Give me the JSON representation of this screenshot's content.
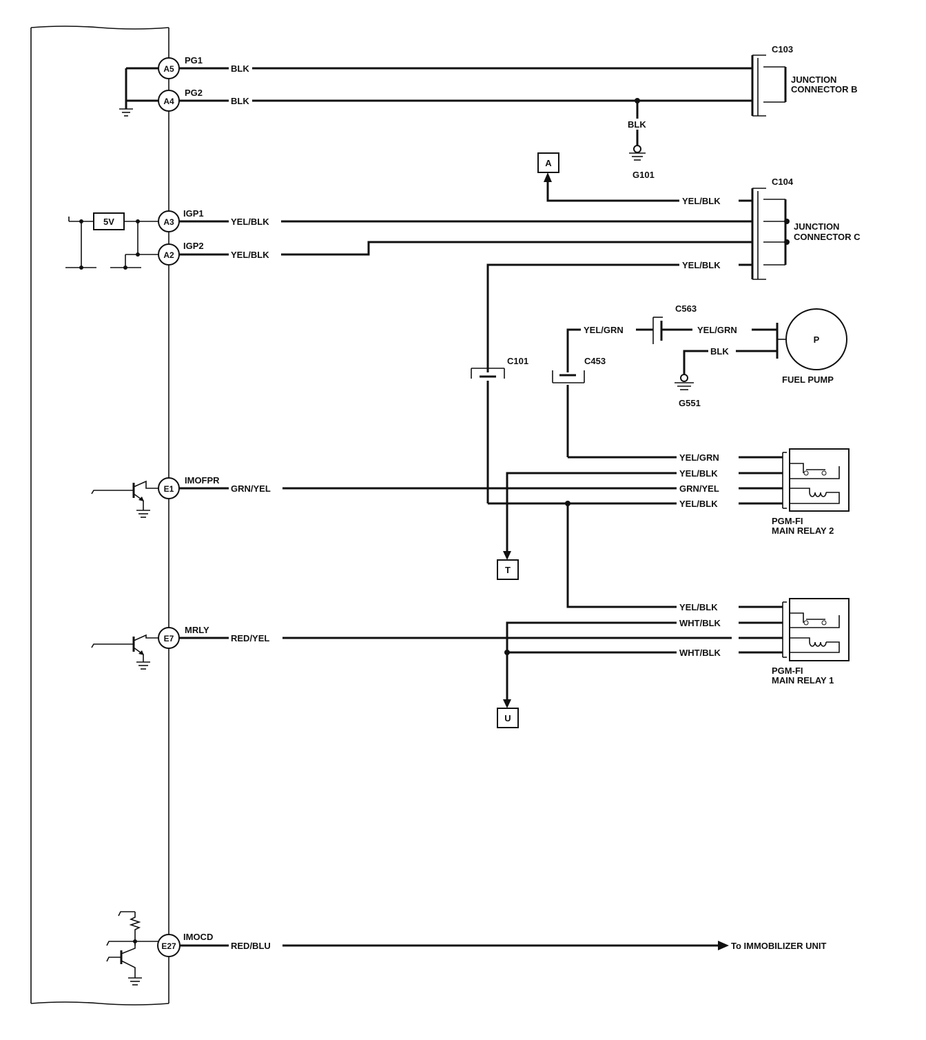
{
  "pins": {
    "a5": "A5",
    "a4": "A4",
    "a3": "A3",
    "a2": "A2",
    "e1": "E1",
    "e7": "E7",
    "e27": "E27"
  },
  "signals": {
    "pg1": "PG1",
    "pg2": "PG2",
    "igp1": "IGP1",
    "igp2": "IGP2",
    "imofpr": "IMOFPR",
    "mrly": "MRLY",
    "imocd": "IMOCD"
  },
  "wires": {
    "blk": "BLK",
    "yel_blk": "YEL/BLK",
    "yel_grn": "YEL/GRN",
    "grn_yel": "GRN/YEL",
    "red_yel": "RED/YEL",
    "wht_blk": "WHT/BLK",
    "red_blu": "RED/BLU"
  },
  "supply": {
    "five_v": "5V"
  },
  "connectors": {
    "c103": "C103",
    "c104": "C104",
    "c101": "C101",
    "c453": "C453",
    "c563": "C563"
  },
  "grounds": {
    "g101": "G101",
    "g551": "G551"
  },
  "components": {
    "junction_b": [
      "JUNCTION",
      "CONNECTOR B"
    ],
    "junction_c": [
      "JUNCTION",
      "CONNECTOR C"
    ],
    "fuel_pump": "FUEL PUMP",
    "pump_symbol": "P",
    "relay2": [
      "PGM-FI",
      "MAIN RELAY 2"
    ],
    "relay1": [
      "PGM-FI",
      "MAIN RELAY 1"
    ]
  },
  "refs": {
    "a": "A",
    "t": "T",
    "u": "U"
  },
  "immobilizer": "To IMMOBILIZER UNIT",
  "icons": [
    "ground-symbol",
    "transistor-symbol",
    "relay-symbol",
    "motor-symbol",
    "resistor-symbol"
  ]
}
